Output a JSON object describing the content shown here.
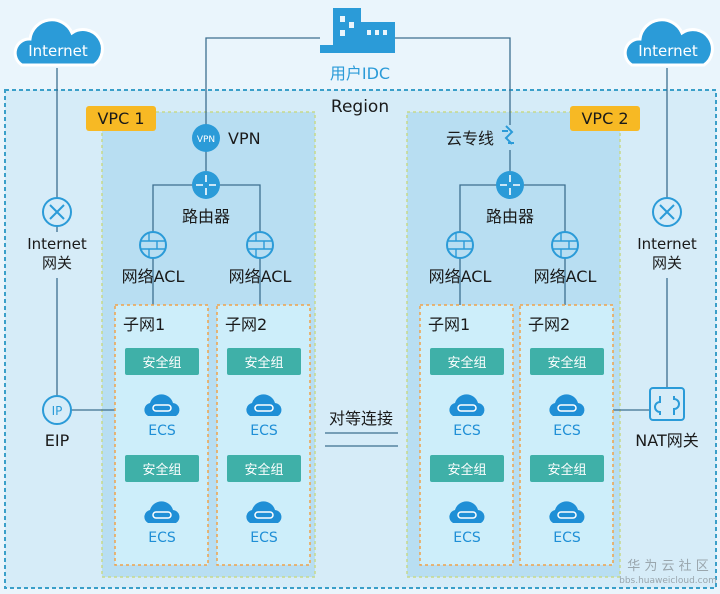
{
  "top": {
    "idc_label": "用户IDC",
    "internet_left": "Internet",
    "internet_right": "Internet"
  },
  "region": {
    "label": "Region"
  },
  "left_side": {
    "gateway_line1": "Internet",
    "gateway_line2": "网关",
    "eip_label": "EIP",
    "eip_icon_text": "IP"
  },
  "right_side": {
    "gateway_line1": "Internet",
    "gateway_line2": "网关",
    "nat_label": "NAT网关"
  },
  "peering": {
    "label": "对等连接"
  },
  "vpc1": {
    "tag": "VPC 1",
    "vpn_label": "VPN",
    "vpn_icon_text": "VPN",
    "router": "路由器",
    "acl1": "网络ACL",
    "acl2": "网络ACL",
    "subnets": [
      {
        "label": "子网1",
        "sg": [
          "安全组",
          "安全组"
        ],
        "ecs": [
          "ECS",
          "ECS"
        ]
      },
      {
        "label": "子网2",
        "sg": [
          "安全组",
          "安全组"
        ],
        "ecs": [
          "ECS",
          "ECS"
        ]
      }
    ]
  },
  "vpc2": {
    "tag": "VPC 2",
    "dc_label": "云专线",
    "router": "路由器",
    "acl1": "网络ACL",
    "acl2": "网络ACL",
    "subnets": [
      {
        "label": "子网1",
        "sg": [
          "安全组",
          "安全组"
        ],
        "ecs": [
          "ECS",
          "ECS"
        ]
      },
      {
        "label": "子网2",
        "sg": [
          "安全组",
          "安全组"
        ],
        "ecs": [
          "ECS",
          "ECS"
        ]
      }
    ]
  },
  "watermark": {
    "line1": "华 为 云 社 区",
    "line2": "bbs.huaweicloud.com"
  },
  "colors": {
    "accent": "#2b9bd8",
    "region_fill": "#d6ecf8",
    "vpc_fill": "#b8def2",
    "subnet_fill": "#cdeefa",
    "tag": "#f7b924",
    "security_group": "#3fb0a8"
  }
}
